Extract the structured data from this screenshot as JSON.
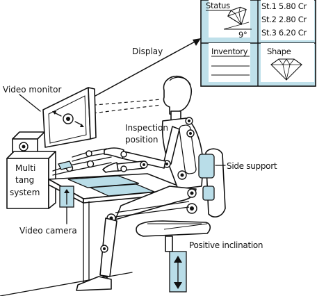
{
  "panel": {
    "status_label": "Status",
    "angle_label": "9°",
    "stone_lines": [
      "St.1 5.80 Cr",
      "St.2 2.80 Cr",
      "St.3 6.20 Cr"
    ],
    "inventory_label": "Inventory",
    "shape_label": "Shape"
  },
  "labels": {
    "display": "Display",
    "video_monitor": "Video monitor",
    "inspection_line1": "Inspection",
    "inspection_line2": "position",
    "multi_line1": "Multi",
    "multi_line2": "tang",
    "multi_line3": "system",
    "side_support": "Side support",
    "video_camera": "Video camera",
    "positive_inclination": "Positive inclination"
  },
  "colors": {
    "panel_bg": "#bfe0ea",
    "accent": "#b9dde8",
    "line": "#111111"
  },
  "icons": [
    "diamond-icon",
    "diamond-icon"
  ]
}
